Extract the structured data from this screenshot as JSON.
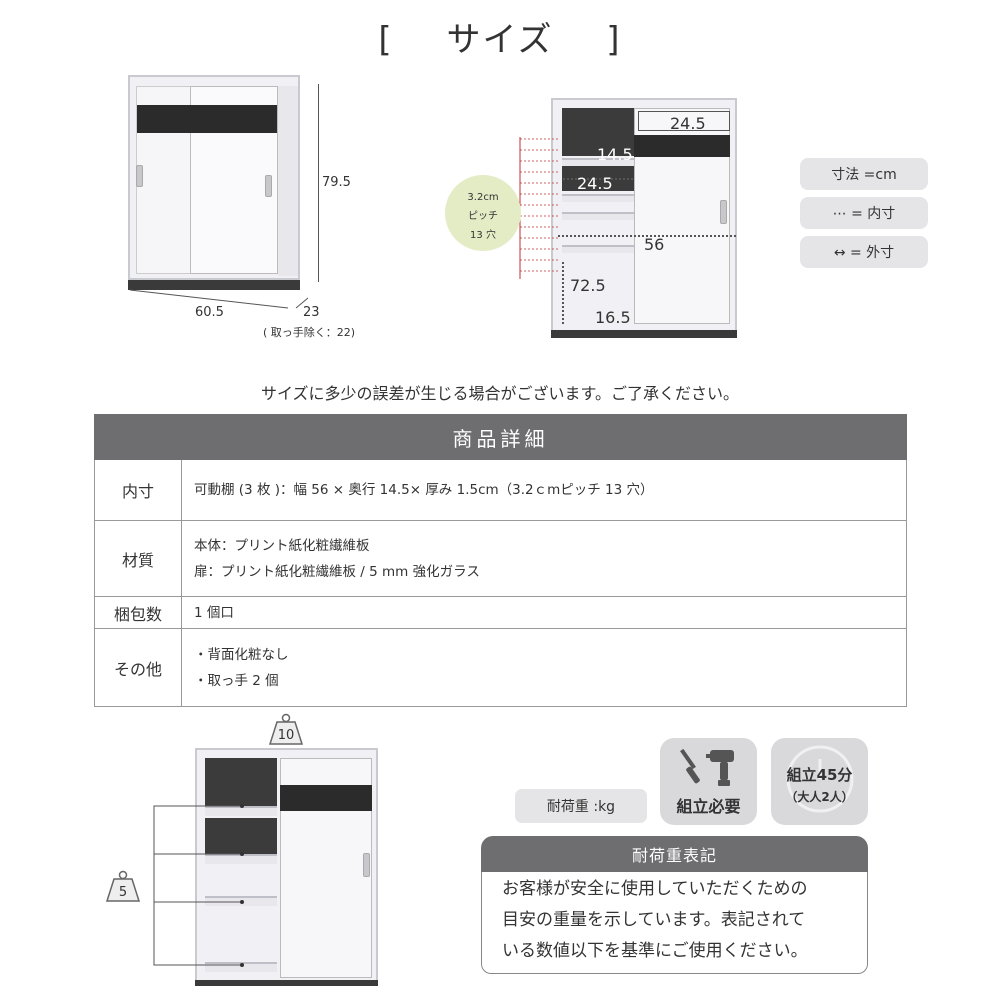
{
  "title": {
    "open": "[",
    "text": "サイズ",
    "close": "]"
  },
  "outer_dims": {
    "height": "79.5",
    "width": "60.5",
    "depth": "23",
    "depth_note": "( 取っ手除く：22)"
  },
  "inner_dims": {
    "top_width": "24.5",
    "shelf_depth": "14.5",
    "shelf_width": "24.5",
    "height": "56",
    "total_height": "72.5",
    "bottom_depth": "16.5"
  },
  "pitch": {
    "line1": "3.2cm",
    "line2": "ピッチ",
    "line3": "13 穴"
  },
  "legend": {
    "unit": "寸法 =cm",
    "inner": "⋯ = 内寸",
    "outer": "↔ = 外寸"
  },
  "note": "サイズに多少の誤差が生じる場合がございます。ご了承ください。",
  "spec_table": {
    "header": "商品詳細",
    "rows": [
      {
        "key": "内寸",
        "lines": [
          "可動棚 (3 枚 )：幅 56 × 奥行 14.5× 厚み 1.5cm（3.2ｃmピッチ 13 穴）"
        ]
      },
      {
        "key": "材質",
        "lines": [
          "本体：プリント紙化粧繊維板",
          "扉：プリント紙化粧繊維板 / 5 mm 強化ガラス"
        ]
      },
      {
        "key": "梱包数",
        "lines": [
          "1 個口"
        ]
      },
      {
        "key": "その他",
        "lines": [
          "・背面化粧なし",
          "・取っ手 2 個"
        ]
      }
    ]
  },
  "load": {
    "top_weight": "10",
    "shelf_weight": "5",
    "pill": "耐荷重 :kg",
    "assembly_required": "組立必要",
    "assembly_time": "組立45分",
    "assembly_people": "（大人2人）",
    "panel_title": "耐荷重表記",
    "panel_lines": [
      "お客様が安全に使用していただくための",
      "目安の重量を示しています。表記されて",
      "いる数値以下を基準にご使用ください。"
    ]
  },
  "colors": {
    "header_gray": "#6e6e70",
    "pill_gray": "#e5e5e7",
    "pitch_green": "#e4ecc6",
    "stripe": "#2b2b2b"
  },
  "icons": [
    "drill-screwdriver-icon",
    "clock-icon",
    "weight-icon"
  ]
}
